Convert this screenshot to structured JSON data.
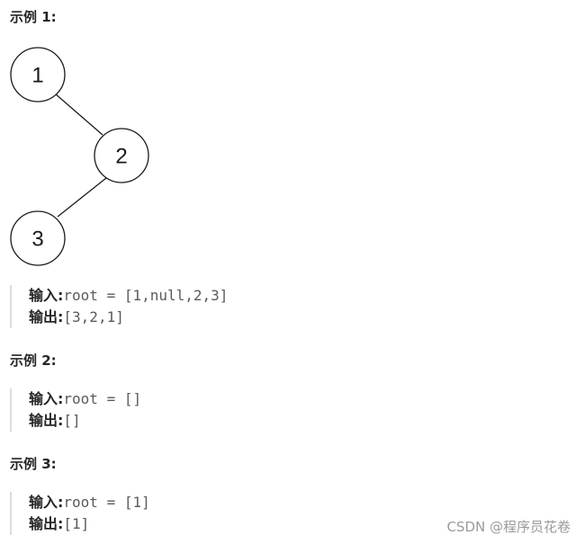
{
  "examples": [
    {
      "heading": "示例 1:",
      "input_label": "输入:",
      "input_value": "root = [1,null,2,3]",
      "output_label": "输出:",
      "output_value": "[3,2,1]"
    },
    {
      "heading": "示例 2:",
      "input_label": "输入:",
      "input_value": "root = []",
      "output_label": "输出:",
      "output_value": "[]"
    },
    {
      "heading": "示例 3:",
      "input_label": "输入:",
      "input_value": "root = [1]",
      "output_label": "输出:",
      "output_value": "[1]"
    }
  ],
  "tree": {
    "nodes": [
      "1",
      "2",
      "3"
    ]
  },
  "watermark": "CSDN @程序员花卷"
}
